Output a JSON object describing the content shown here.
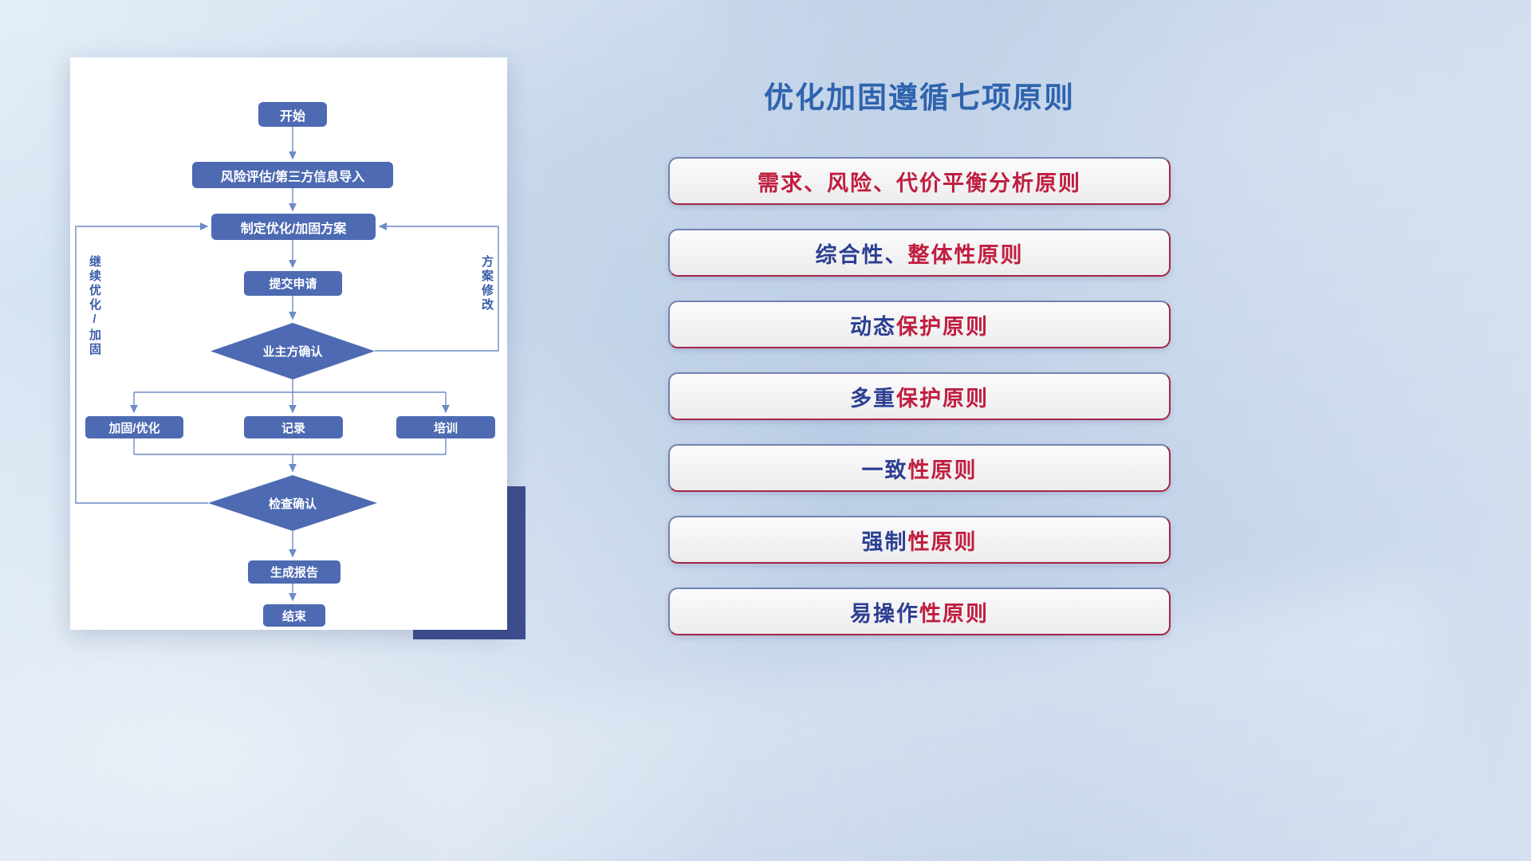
{
  "right_panel": {
    "title": "优化加固遵循七项原则",
    "principles": [
      {
        "blue": "",
        "red": "需求、风险、代价平衡分析原则"
      },
      {
        "blue": "综合性、",
        "red": "整体性原则"
      },
      {
        "blue": "动态",
        "red": "保护原则"
      },
      {
        "blue": "多重",
        "red": "保护原则"
      },
      {
        "blue": "一致",
        "red": "性原则"
      },
      {
        "blue": "强制",
        "red": "性原则"
      },
      {
        "blue": "易操作",
        "red": "性原则"
      }
    ]
  },
  "flowchart": {
    "nodes": {
      "start": "开始",
      "risk_import": "风险评估/第三方信息导入",
      "make_plan": "制定优化/加固方案",
      "submit": "提交申请",
      "owner_confirm": "业主方确认",
      "harden": "加固/优化",
      "record": "记录",
      "training": "培训",
      "check_confirm": "检查确认",
      "report": "生成报告",
      "end": "结束"
    },
    "edge_labels": {
      "left": "继续优化/加固",
      "right": "方案修改"
    }
  },
  "colors": {
    "accent_blue": "#2e63ae",
    "node_blue": "#4d6ab2",
    "connector_blue": "#6e8bc6",
    "principle_red": "#c01e3f",
    "principle_blue": "#2d3f92"
  }
}
